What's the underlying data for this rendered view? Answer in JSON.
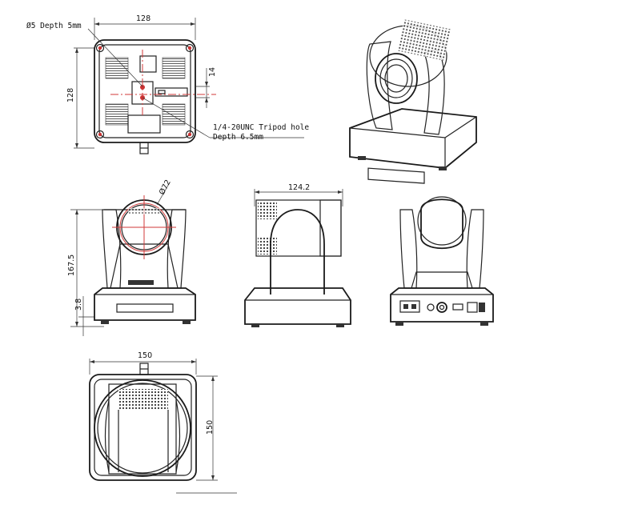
{
  "labels": {
    "hole_note": "Ø5 Depth 5mm",
    "tripod_line1": "1/4-20UNC Tripod hole",
    "tripod_line2": "Depth 6.5mm"
  },
  "dimensions": {
    "bottom_width": "128",
    "bottom_height": "128",
    "offset_14": "14",
    "lens_dia": "Ø72",
    "side_width": "124.2",
    "front_height": "167.5",
    "base_3_8": "3.8",
    "top_width": "150",
    "top_height": "150"
  },
  "colors": {
    "line": "#222222",
    "center_line": "#d23a3a"
  },
  "icons": {
    "hatch": "speaker-grille-pattern",
    "screw": "screw-hole-icon",
    "lens": "lens-icon"
  }
}
